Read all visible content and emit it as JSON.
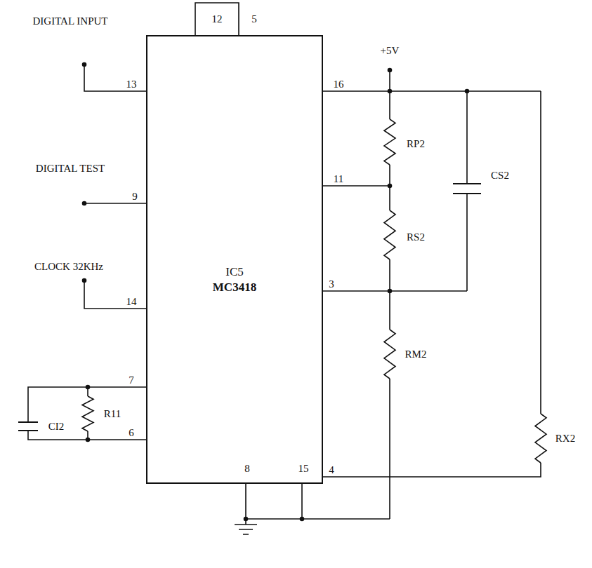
{
  "diagram": {
    "nodes": [
      {
        "text": [
          "IC5",
          "MC3418"
        ]
      }
    ],
    "labels": [
      "DIGITAL INPUT",
      "13",
      "12",
      "5",
      "+5V",
      "16",
      "RP2",
      "DIGITAL TEST",
      "9",
      "11",
      "RS2",
      "CS2",
      "3",
      "CLOCK 32KHz",
      "14",
      "RM2",
      "RX2",
      "7",
      "CI2",
      "R11",
      "6",
      "4",
      "8",
      "15"
    ]
  }
}
